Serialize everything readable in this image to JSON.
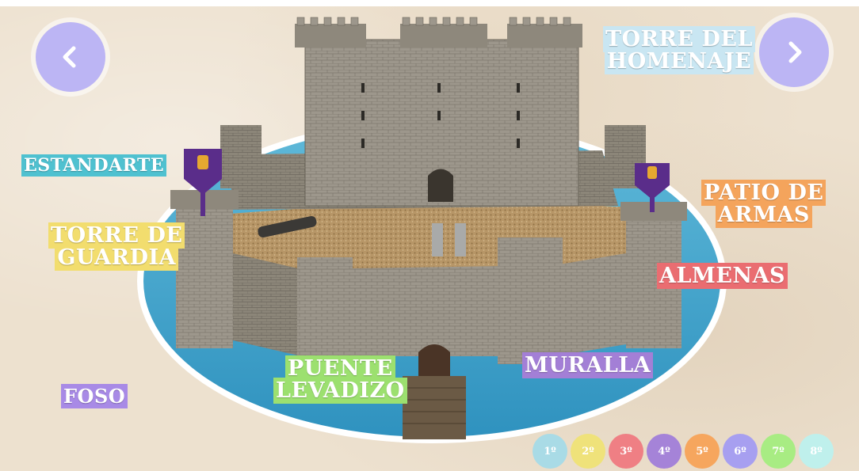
{
  "navigation": {
    "prev_icon": "chevron-left-icon",
    "next_icon": "chevron-right-icon",
    "button_color": "#bcb5f4"
  },
  "labels": {
    "torre_homenaje": {
      "line1": "TORRE DEL",
      "line2": "HOMENAJE",
      "color": "#c9e6f2"
    },
    "estandarte": {
      "text": "ESTANDARTE",
      "color": "#4fc1d0"
    },
    "torre_guardia": {
      "line1": "TORRE DE",
      "line2": "GUARDIA",
      "color": "#f2dd6e"
    },
    "patio_armas": {
      "line1": "PATIO DE",
      "line2": "ARMAS",
      "color": "#f4a45c"
    },
    "almenas": {
      "text": "ALMENAS",
      "color": "#ea6d71"
    },
    "muralla": {
      "text": "MURALLA",
      "color": "#a37fd6"
    },
    "puente_levadizo": {
      "line1": "PUENTE",
      "line2": "LEVADIZO",
      "color": "#9ce06f"
    },
    "foso": {
      "text": "FOSO",
      "color": "#a88ae6"
    }
  },
  "pages": [
    {
      "label": "1º",
      "color": "#a9dbe6"
    },
    {
      "label": "2º",
      "color": "#efe27a"
    },
    {
      "label": "3º",
      "color": "#ef7f84"
    },
    {
      "label": "4º",
      "color": "#a583d8"
    },
    {
      "label": "5º",
      "color": "#f6a65e"
    },
    {
      "label": "6º",
      "color": "#a79ff0"
    },
    {
      "label": "7º",
      "color": "#a8ec83"
    },
    {
      "label": "8º",
      "color": "#bff0ec"
    }
  ]
}
